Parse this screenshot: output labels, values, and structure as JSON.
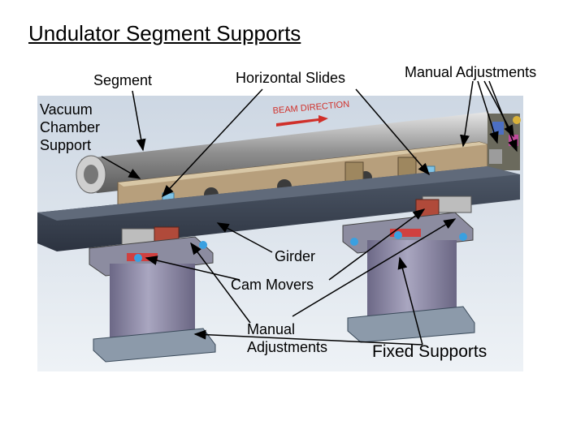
{
  "title": "Undulator Segment Supports",
  "labels": {
    "segment": "Segment",
    "horizontal_slides": "Horizontal Slides",
    "manual_adjustments_top": "Manual Adjustments",
    "vacuum_line1": "Vacuum",
    "vacuum_line2": "Chamber",
    "vacuum_line3": "Support",
    "beam_direction": "BEAM DIRECTION",
    "girder": "Girder",
    "cam_movers": "Cam Movers",
    "manual_adj_bottom_line1": "Manual",
    "manual_adj_bottom_line2": "Adjustments",
    "fixed_supports": "Fixed Supports"
  },
  "colors": {
    "background": "#ffffff",
    "photo_background": "#dfe7f0",
    "girder": "#3a4250",
    "pedestal": "#8e8aa6",
    "beam_text": "#d0302a"
  }
}
